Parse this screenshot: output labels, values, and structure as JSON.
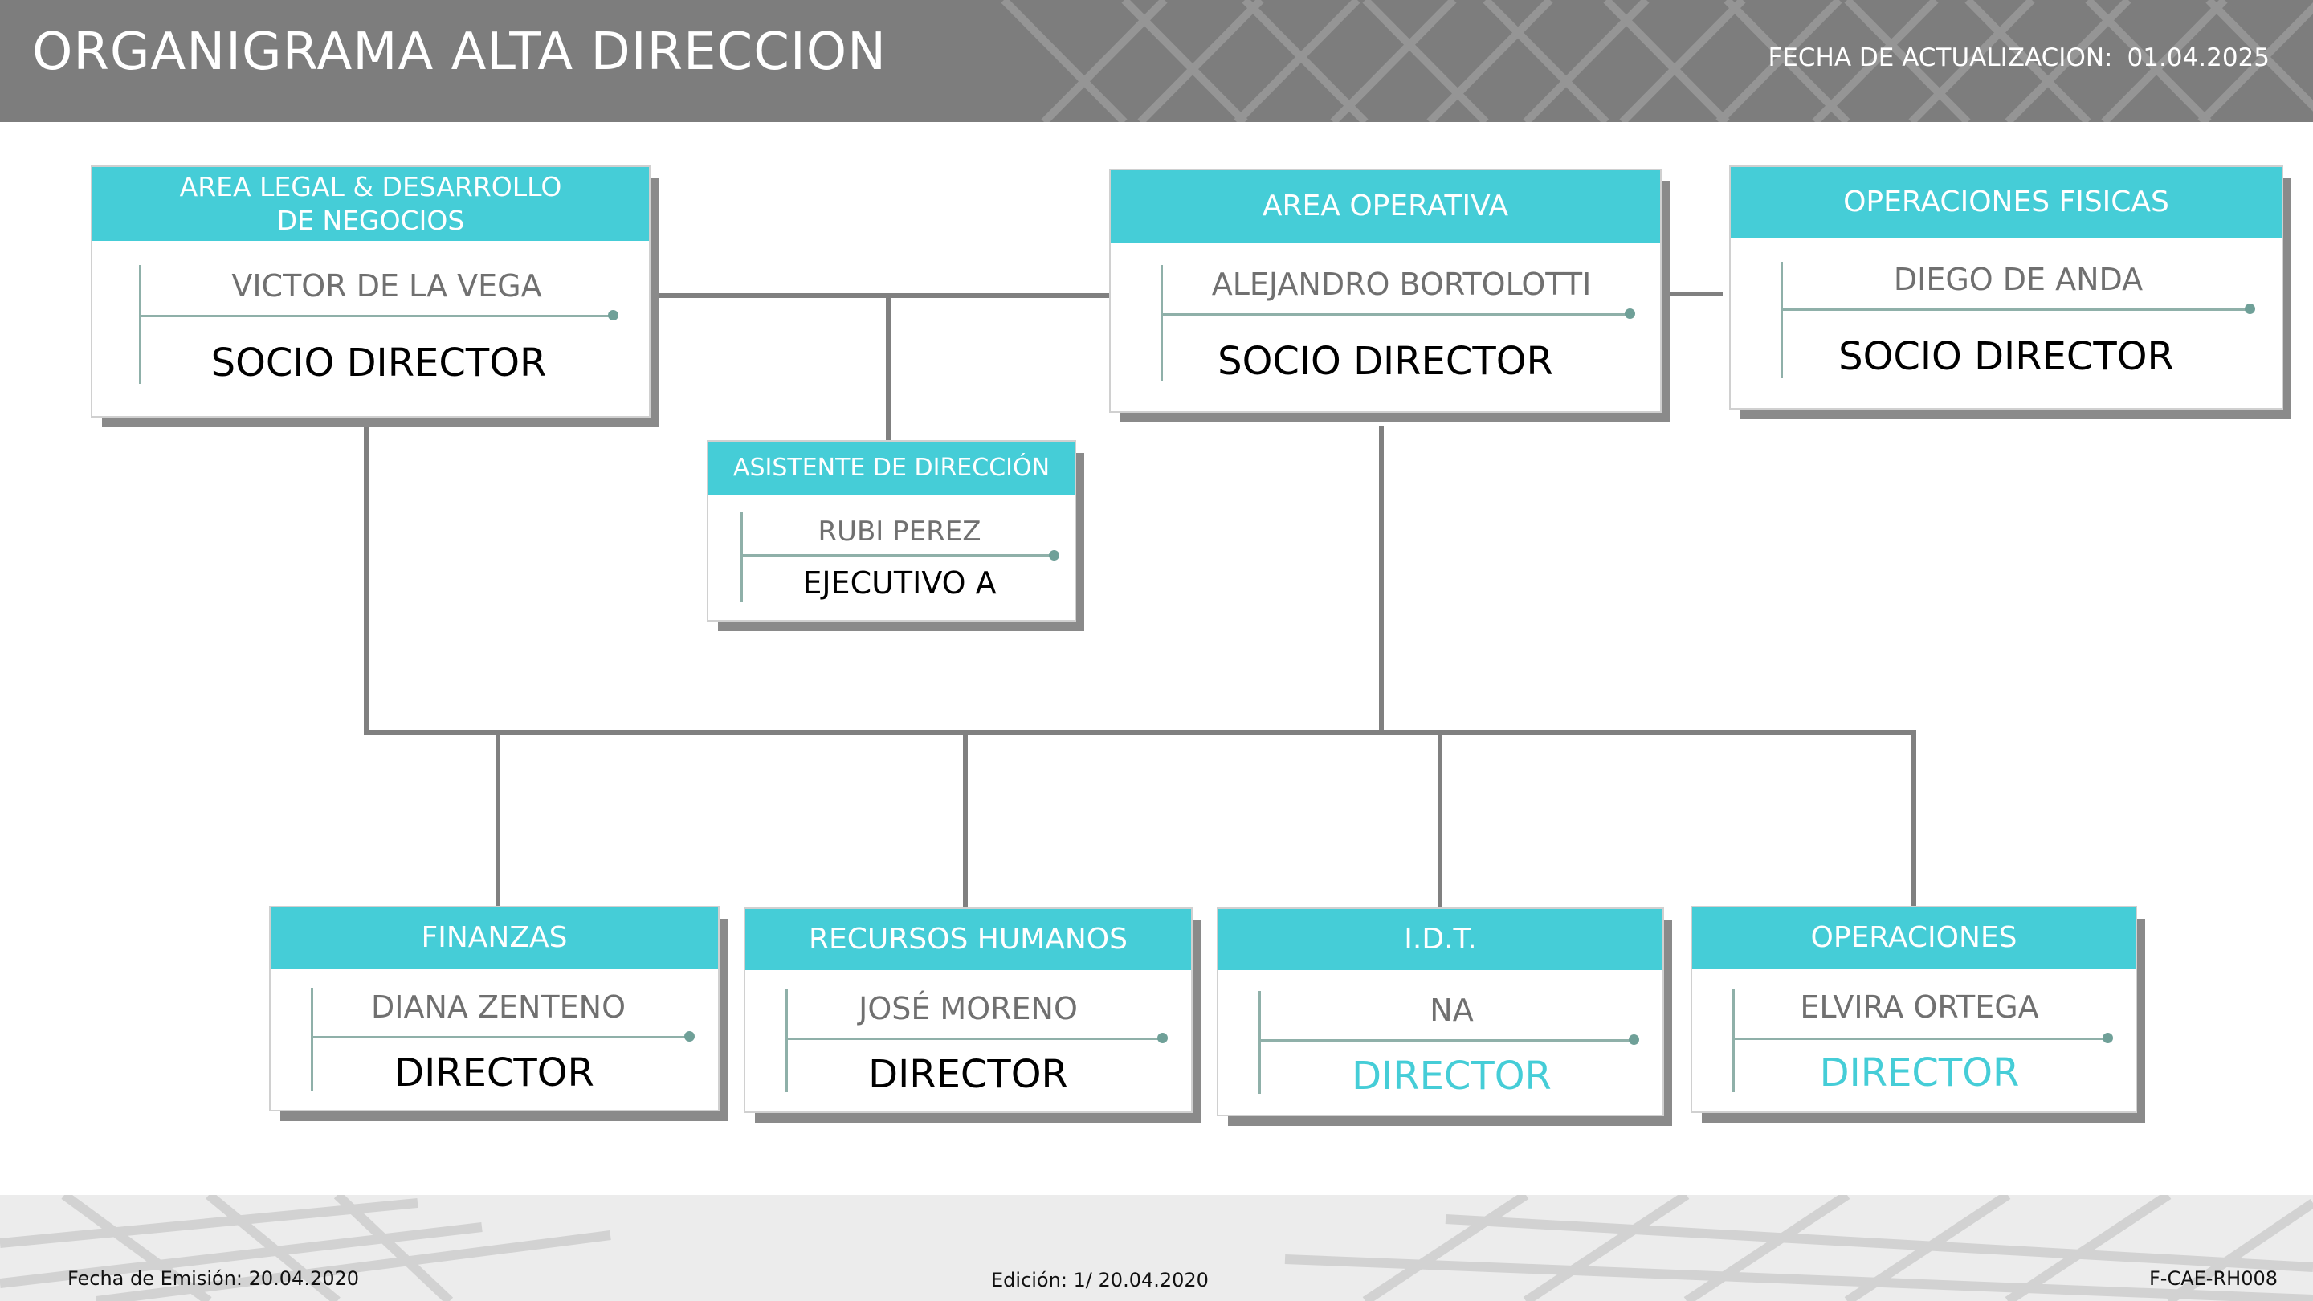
{
  "header": {
    "title": "ORGANIGRAMA ALTA DIRECCION",
    "update_label": "FECHA DE ACTUALIZACION:",
    "update_date": "01.04.2025"
  },
  "footer": {
    "emission": "Fecha de Emisión: 20.04.2020",
    "edition": "Edición: 1/ 20.04.2020",
    "code": "F-CAE-RH008"
  },
  "nodes": {
    "legal": {
      "area": "AREA LEGAL & DESARROLLO DE NEGOCIOS",
      "name": "VICTOR DE LA VEGA",
      "role": "SOCIO DIRECTOR"
    },
    "operativa": {
      "area": "AREA OPERATIVA",
      "name": "ALEJANDRO BORTOLOTTI",
      "role": "SOCIO DIRECTOR"
    },
    "fisicas": {
      "area": "OPERACIONES FISICAS",
      "name": "DIEGO DE ANDA",
      "role": "SOCIO DIRECTOR"
    },
    "asistente": {
      "area": "ASISTENTE DE DIRECCIÓN",
      "name": "RUBI PEREZ",
      "role": "EJECUTIVO A"
    },
    "finanzas": {
      "area": "FINANZAS",
      "name": "DIANA ZENTENO",
      "role": "DIRECTOR"
    },
    "rh": {
      "area": "RECURSOS HUMANOS",
      "name": "JOSÉ MORENO",
      "role": "DIRECTOR"
    },
    "idt": {
      "area": "I.D.T.",
      "name": "NA",
      "role": "DIRECTOR"
    },
    "operaciones": {
      "area": "OPERACIONES",
      "name": "ELVIRA ORTEGA",
      "role": "DIRECTOR"
    }
  },
  "colors": {
    "accent": "#45cdd7",
    "connector": "#808080",
    "shadow": "#8a8a8a",
    "header_bg": "#7d7d7d"
  }
}
